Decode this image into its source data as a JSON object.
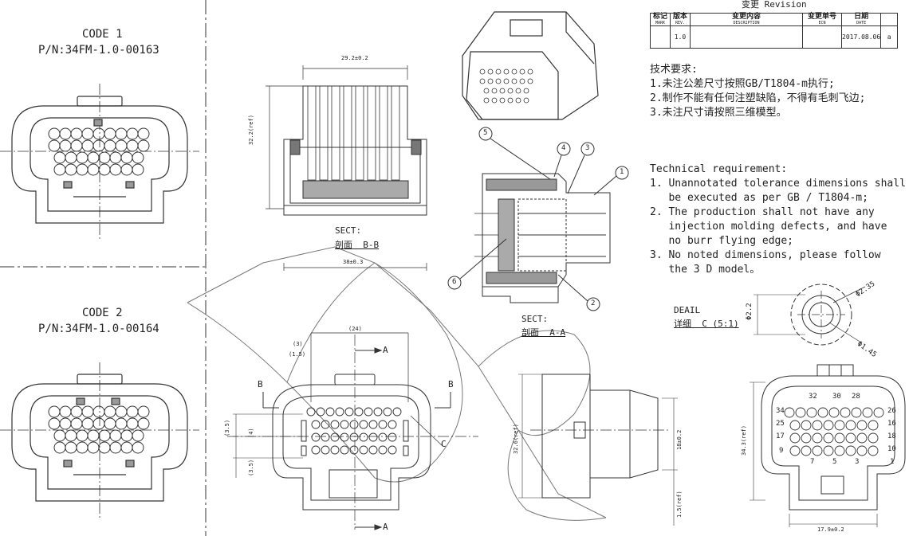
{
  "code1": {
    "title": "CODE 1",
    "pn": "P/N:34FM-1.0-00163"
  },
  "code2": {
    "title": "CODE 2",
    "pn": "P/N:34FM-1.0-00164"
  },
  "revision": {
    "title": "变更 Revision",
    "headers": [
      {
        "cn": "标记",
        "en": "MARK"
      },
      {
        "cn": "版本",
        "en": "REV."
      },
      {
        "cn": "变更内容",
        "en": "DESCRIPTION"
      },
      {
        "cn": "变更单号",
        "en": "ECN"
      },
      {
        "cn": "日期",
        "en": "DATE"
      }
    ],
    "row": {
      "mark": "",
      "rev": "1.0",
      "description": "",
      "ecn": "",
      "date": "2017.08.06",
      "extra": "a"
    }
  },
  "requirements_cn": {
    "heading": "技术要求:",
    "items": [
      "1.未注公差尺寸按照GB/T1804-m执行;",
      "2.制作不能有任何注塑缺陷，不得有毛刺飞边;",
      "3.未注尺寸请按照三维模型。"
    ]
  },
  "requirements_en": {
    "heading": "Technical requirement:",
    "lines": [
      "1. Unannotated tolerance dimensions shall",
      "   be executed as per GB / T1804-m;",
      "2. The production shall not have any",
      "   injection molding defects, and have",
      "   no burr flying edge;",
      "3. No noted dimensions, please follow",
      "   the 3 D model。"
    ]
  },
  "section_bb": {
    "sect": "SECT:",
    "name": "剖面  B-B",
    "dim_top": "29.2±0.2",
    "dim_bottom": "38±0.3",
    "dim_side": "32.2(ref)"
  },
  "section_aa": {
    "sect": "SECT:",
    "name": "剖面  A-A",
    "balloons": [
      "1",
      "2",
      "3",
      "4",
      "5",
      "6"
    ]
  },
  "detail": {
    "title": "DEAIL",
    "name": "详细  C (5:1)",
    "d1": "Φ2.35",
    "d2": "Φ1.45",
    "d3": "Φ2.2"
  },
  "front_view": {
    "b": "B",
    "a": "A",
    "c": "C",
    "dim_24": "(24)",
    "dim_3": "(3)",
    "dim_15": "(1.5)",
    "dim_35a": "(3.5)",
    "dim_4": "(4)",
    "dim_35b": "(3.5)"
  },
  "side_view": {
    "dim_h": "32.6(ref)",
    "dim_body": "18±0.2",
    "dim_tip": "1.5(ref)"
  },
  "pin_view": {
    "dim_h": "34.3(ref)",
    "dim_w": "17.9±0.2",
    "pins": [
      "28",
      "30",
      "32",
      "26",
      "34",
      "16",
      "18",
      "25",
      "17",
      "10",
      "9",
      "1",
      "7",
      "5",
      "3"
    ]
  }
}
